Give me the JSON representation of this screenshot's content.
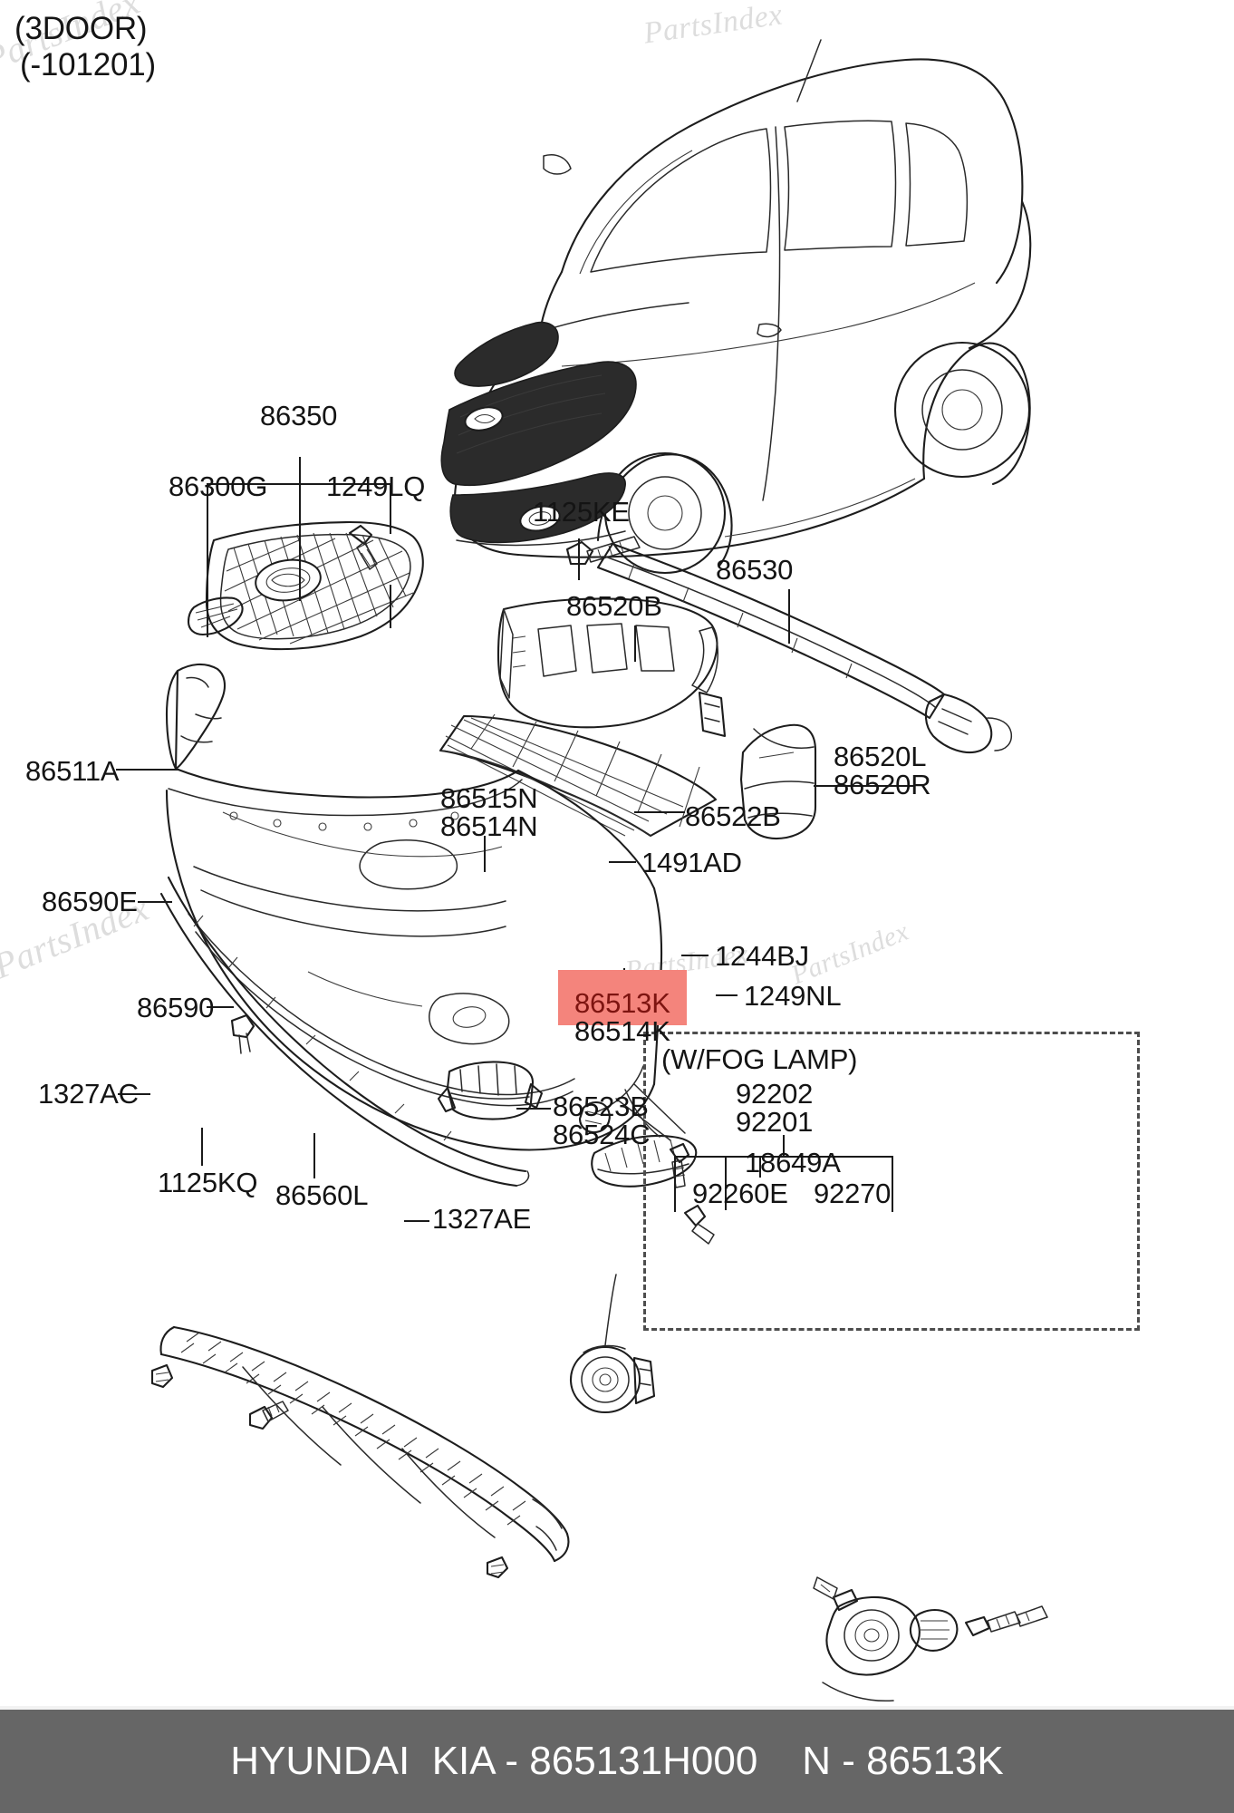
{
  "header": {
    "body_style": "(3DOOR)",
    "date_range": "(-101201)"
  },
  "watermark": {
    "text": "PartsIndex"
  },
  "footer": {
    "manufacturer": "HYUNDAI  KIA",
    "separator": "-",
    "part_number": "865131H000",
    "node_prefix": "N",
    "node_code": "86513K",
    "full_text": "HYUNDAI  KIA - 865131H000    N - 86513K"
  },
  "diagram": {
    "title_vehicle": "front bumper assembly exploded view",
    "highlight_color": "#f4847c",
    "highlight_text_color": "#7d1410",
    "fog_lamp_group": {
      "caption": "(W/FOG LAMP)",
      "items": [
        {
          "id": "92202",
          "label": "92202"
        },
        {
          "id": "92201",
          "label": "92201"
        },
        {
          "id": "18649A",
          "label": "18649A"
        },
        {
          "id": "92260E",
          "label": "92260E"
        },
        {
          "id": "92270",
          "label": "92270"
        }
      ]
    },
    "callouts": [
      {
        "id": "86350",
        "label": "86350",
        "group": "grille"
      },
      {
        "id": "86300G",
        "label": "86300G",
        "group": "grille"
      },
      {
        "id": "1249LQ",
        "label": "1249LQ",
        "group": "grille"
      },
      {
        "id": "1125KE",
        "label": "1125KE",
        "group": "reinforcement"
      },
      {
        "id": "86530",
        "label": "86530",
        "group": "reinforcement"
      },
      {
        "id": "86520B",
        "label": "86520B",
        "group": "reinforcement"
      },
      {
        "id": "86520L",
        "label": "86520L",
        "group": "reinforcement"
      },
      {
        "id": "86520R",
        "label": "86520R",
        "group": "reinforcement"
      },
      {
        "id": "86522B",
        "label": "86522B",
        "group": "reinforcement"
      },
      {
        "id": "86511A",
        "label": "86511A",
        "group": "cover"
      },
      {
        "id": "86590E",
        "label": "86590E",
        "group": "cover"
      },
      {
        "id": "86590",
        "label": "86590",
        "group": "cover"
      },
      {
        "id": "86515N",
        "label": "86515N",
        "group": "bracket"
      },
      {
        "id": "86514N",
        "label": "86514N",
        "group": "bracket"
      },
      {
        "id": "1491AD",
        "label": "1491AD",
        "group": "bracket"
      },
      {
        "id": "1244BJ",
        "label": "1244BJ",
        "group": "bracket"
      },
      {
        "id": "1249NL",
        "label": "1249NL",
        "group": "bracket"
      },
      {
        "id": "86513K",
        "label": "86513K",
        "group": "bracket",
        "highlighted": true
      },
      {
        "id": "86514K",
        "label": "86514K",
        "group": "bracket"
      },
      {
        "id": "86523B",
        "label": "86523B",
        "group": "horn"
      },
      {
        "id": "86524C",
        "label": "86524C",
        "group": "horn"
      },
      {
        "id": "1327AC",
        "label": "1327AC",
        "group": "under-cover"
      },
      {
        "id": "1125KQ",
        "label": "1125KQ",
        "group": "under-cover"
      },
      {
        "id": "86560L",
        "label": "86560L",
        "group": "under-cover"
      },
      {
        "id": "1327AE",
        "label": "1327AE",
        "group": "under-cover"
      }
    ]
  }
}
